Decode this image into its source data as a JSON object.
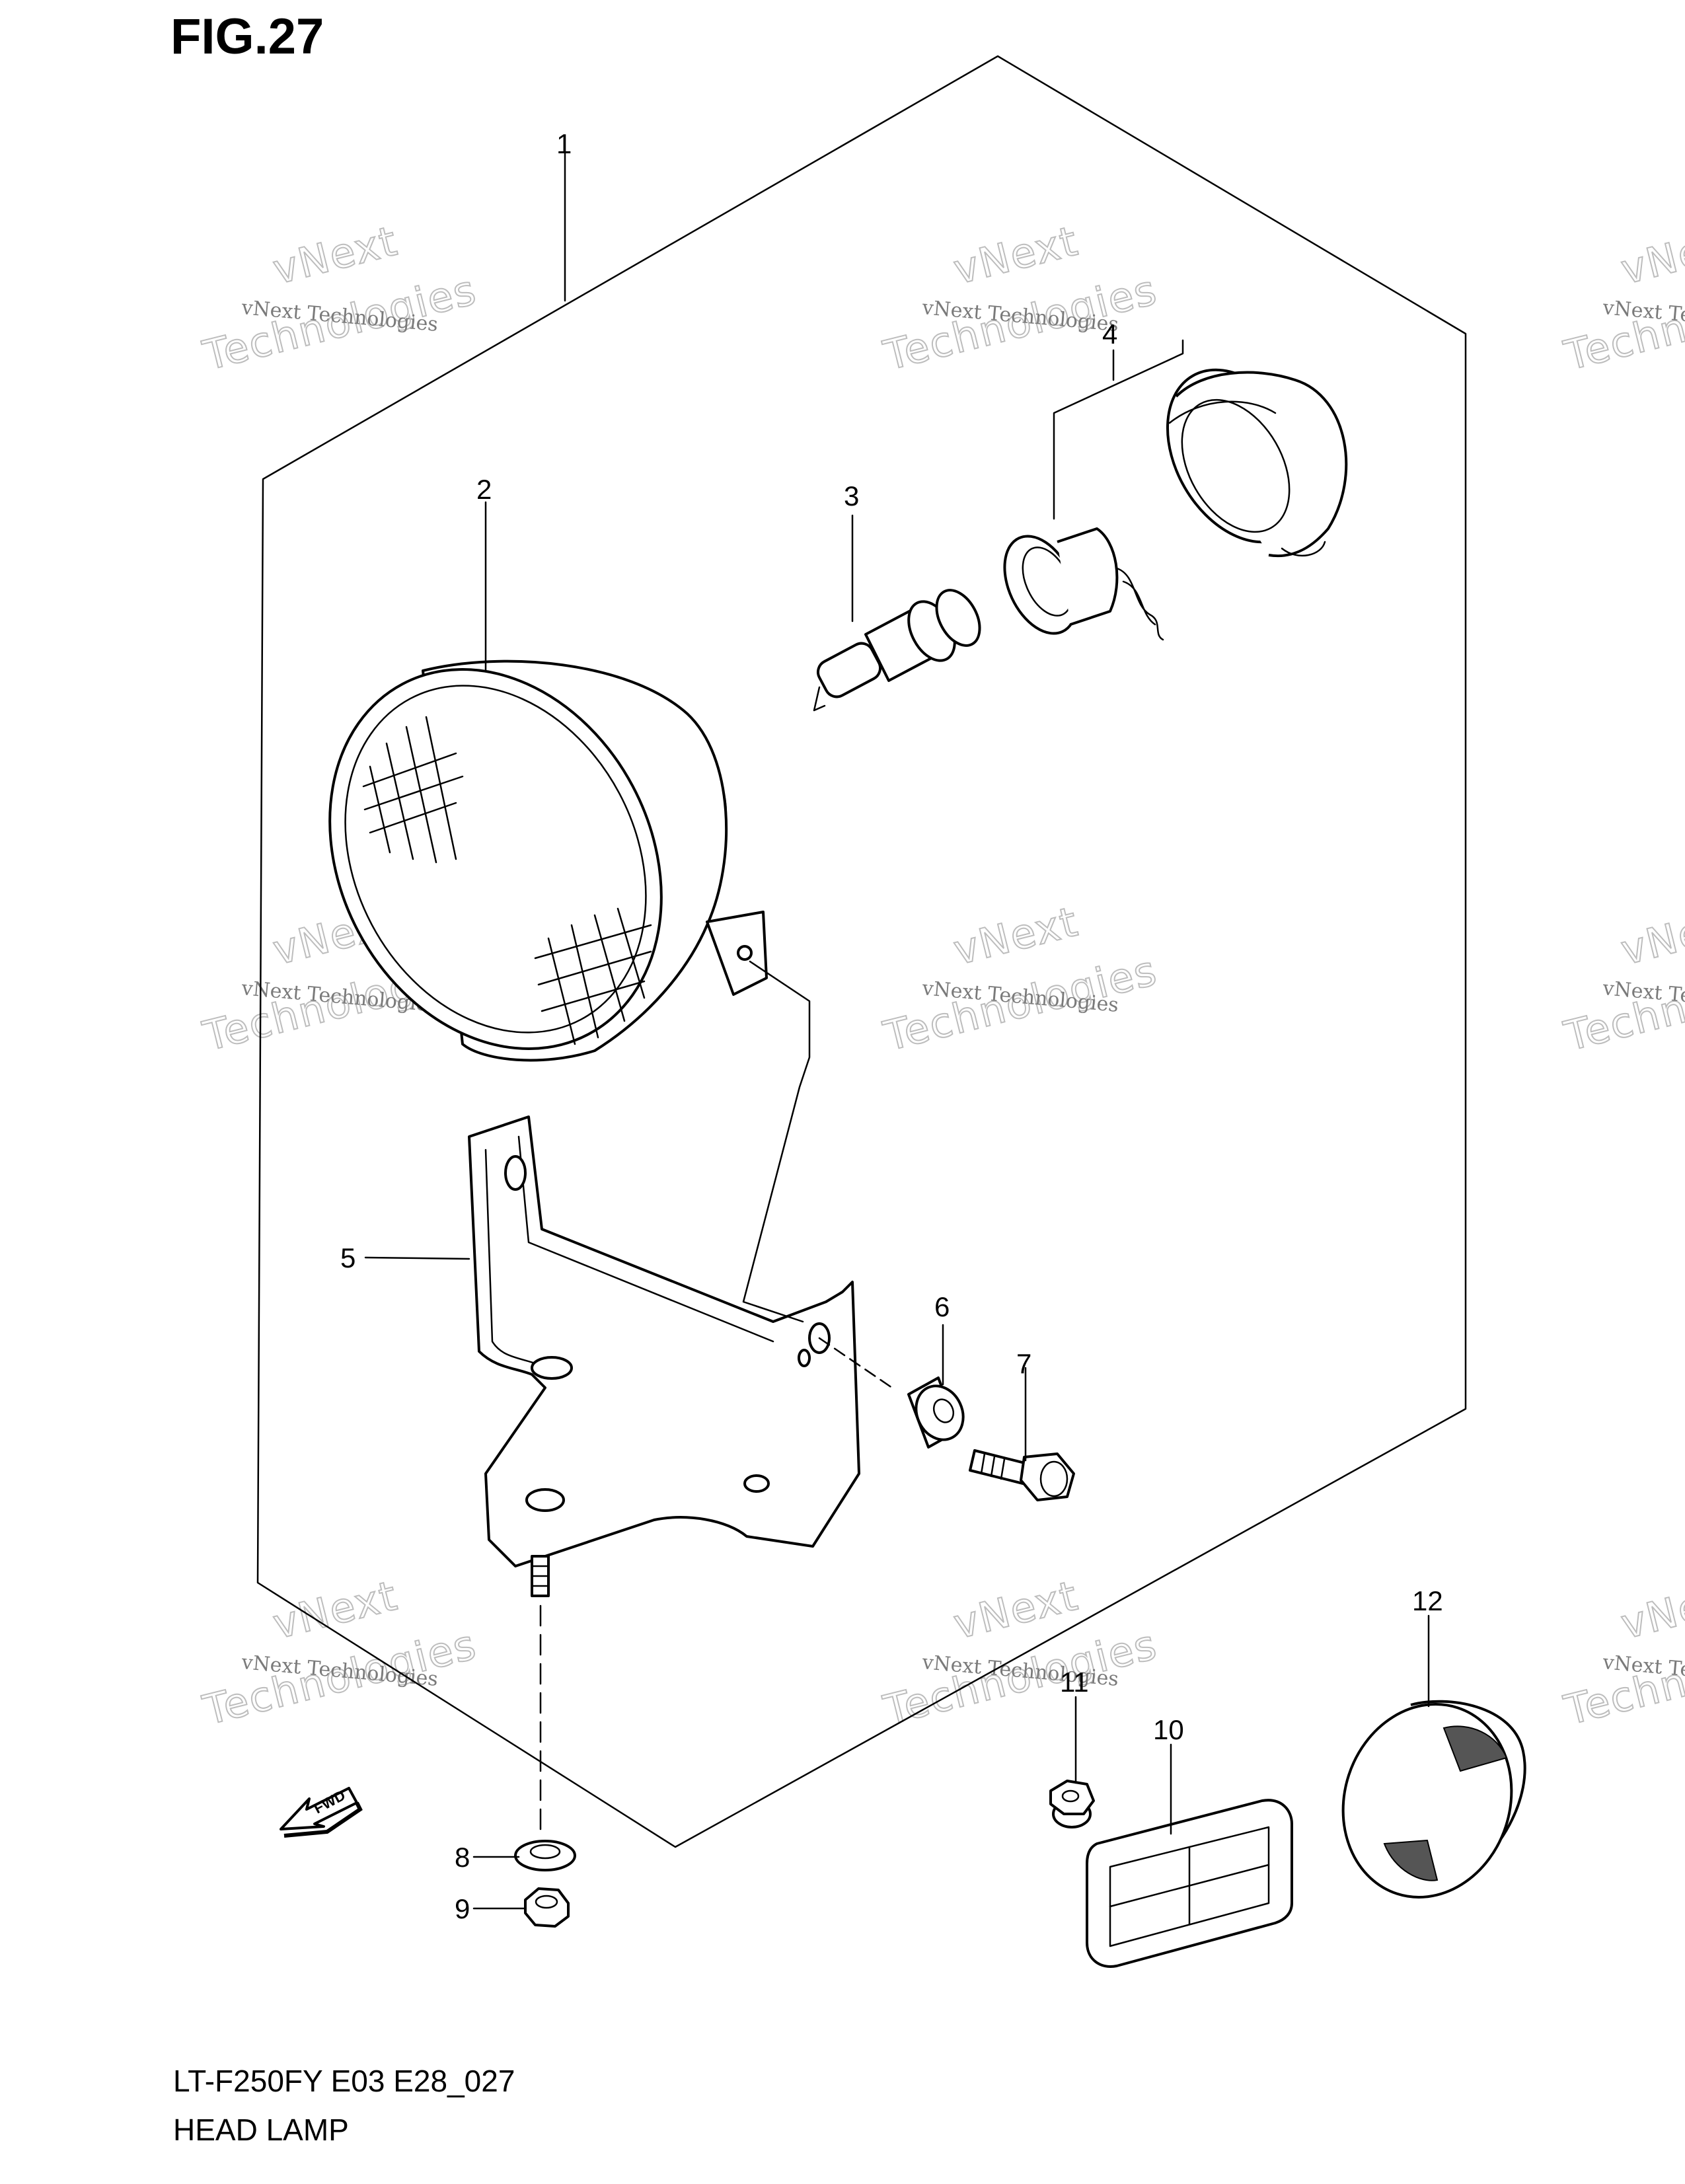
{
  "figure": {
    "title": "FIG.27",
    "model_code": "LT-F250FY E03 E28_027",
    "section_name": "HEAD LAMP",
    "direction_label": "FWD"
  },
  "callouts": [
    {
      "id": "1",
      "label": "1"
    },
    {
      "id": "2",
      "label": "2"
    },
    {
      "id": "3",
      "label": "3"
    },
    {
      "id": "4",
      "label": "4"
    },
    {
      "id": "5",
      "label": "5"
    },
    {
      "id": "6",
      "label": "6"
    },
    {
      "id": "7",
      "label": "7"
    },
    {
      "id": "8",
      "label": "8"
    },
    {
      "id": "9",
      "label": "9"
    },
    {
      "id": "10",
      "label": "10"
    },
    {
      "id": "11",
      "label": "11"
    },
    {
      "id": "12",
      "label": "12"
    }
  ],
  "watermark": {
    "small_text": "vNext Technologies",
    "big_line1": "vNext",
    "big_line2": "Technologies",
    "partial_small": "vNext Techn",
    "partial_big1": "vNe",
    "partial_big2": "Techn"
  }
}
